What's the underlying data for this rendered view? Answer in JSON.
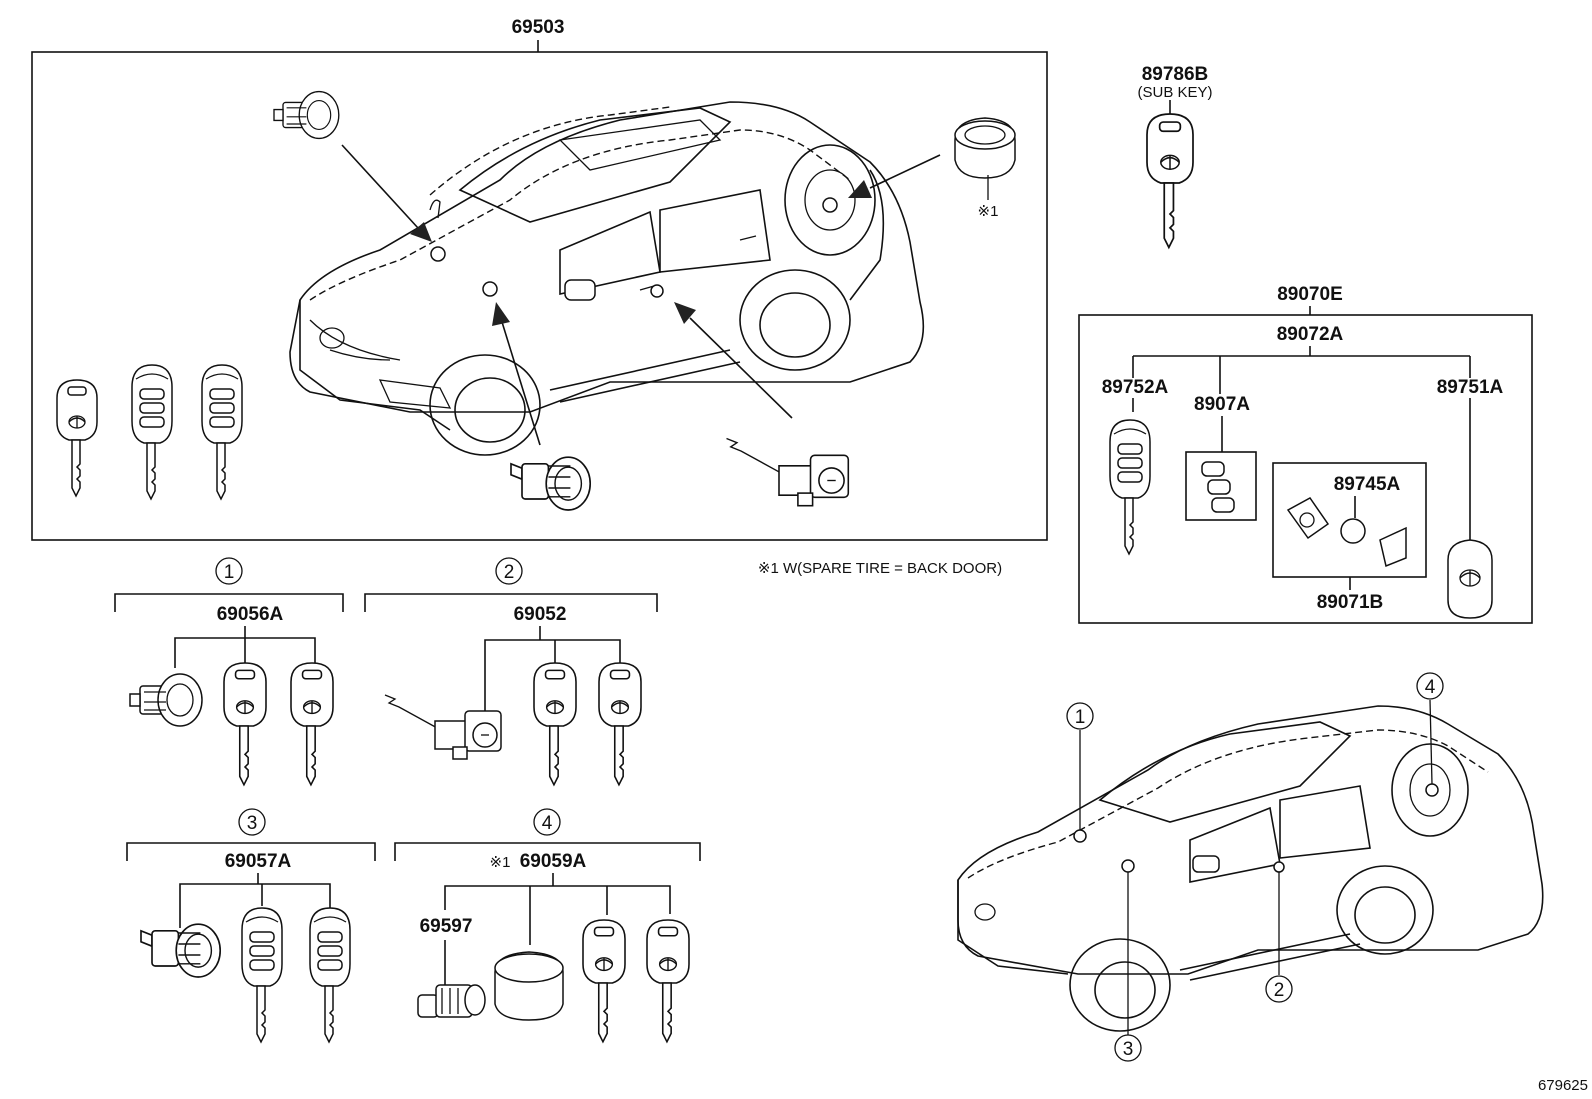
{
  "labels": {
    "main_assembly": "69503",
    "sub_key": "89786B",
    "sub_key_note": "(SUB KEY)",
    "transmitter_set": "89070E",
    "transmitter_assy": "89072A",
    "key_left": "89752A",
    "case_parts": "8907A",
    "key_right": "89751A",
    "battery": "89745A",
    "board_set": "89071B",
    "spare_cylinder_ref": "※1",
    "footnote": "※1 W(SPARE TIRE = BACK DOOR)",
    "kit1": "69056A",
    "kit2": "69052",
    "kit3": "69057A",
    "kit4": "69059A",
    "kit4_note": "※1",
    "kit4_part": "69597",
    "diagram_id": "679625"
  },
  "callouts": [
    "①",
    "②",
    "③",
    "④"
  ]
}
